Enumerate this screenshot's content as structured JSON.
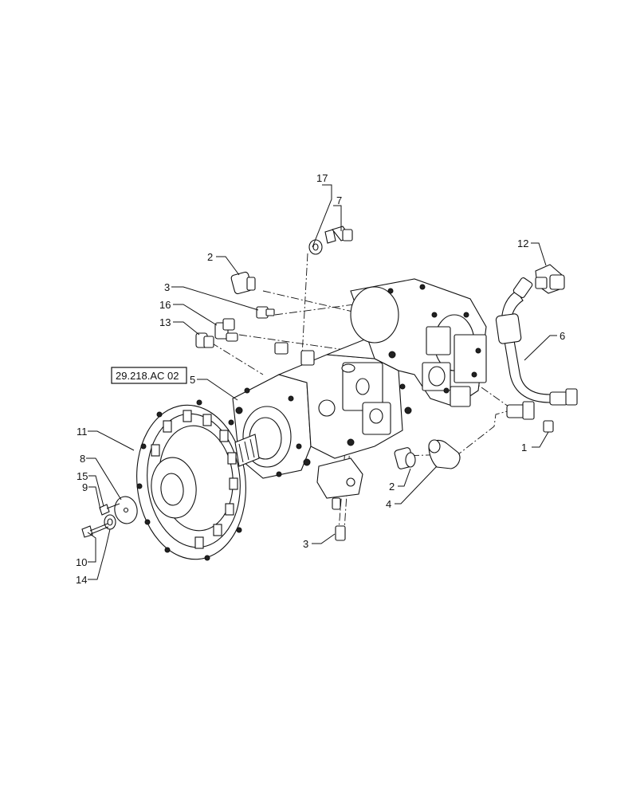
{
  "reference": {
    "label": "29.218.AC 02"
  },
  "callouts": [
    {
      "id": "c17",
      "text": "17"
    },
    {
      "id": "c7",
      "text": "7"
    },
    {
      "id": "c2a",
      "text": "2"
    },
    {
      "id": "c3a",
      "text": "3"
    },
    {
      "id": "c16",
      "text": "16"
    },
    {
      "id": "c13",
      "text": "13"
    },
    {
      "id": "c5",
      "text": "5"
    },
    {
      "id": "c11",
      "text": "11"
    },
    {
      "id": "c8",
      "text": "8"
    },
    {
      "id": "c15",
      "text": "15"
    },
    {
      "id": "c9",
      "text": "9"
    },
    {
      "id": "c10",
      "text": "10"
    },
    {
      "id": "c14",
      "text": "14"
    },
    {
      "id": "c12",
      "text": "12"
    },
    {
      "id": "c6",
      "text": "6"
    },
    {
      "id": "c1",
      "text": "1"
    },
    {
      "id": "c2b",
      "text": "2"
    },
    {
      "id": "c4",
      "text": "4"
    },
    {
      "id": "c3b",
      "text": "3"
    }
  ]
}
